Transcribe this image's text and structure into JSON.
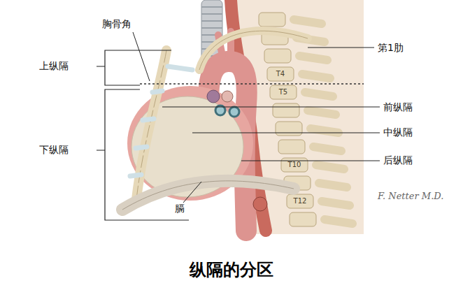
{
  "diagram": {
    "caption": "纵隔的分区",
    "labels": [
      "胸骨角",
      "上纵隔",
      "下纵隔",
      "第1肋",
      "前纵隔",
      "中纵隔",
      "后纵隔",
      "膈",
      "T4",
      "T5",
      "T10",
      "T12",
      "F. Netter M.D."
    ]
  }
}
